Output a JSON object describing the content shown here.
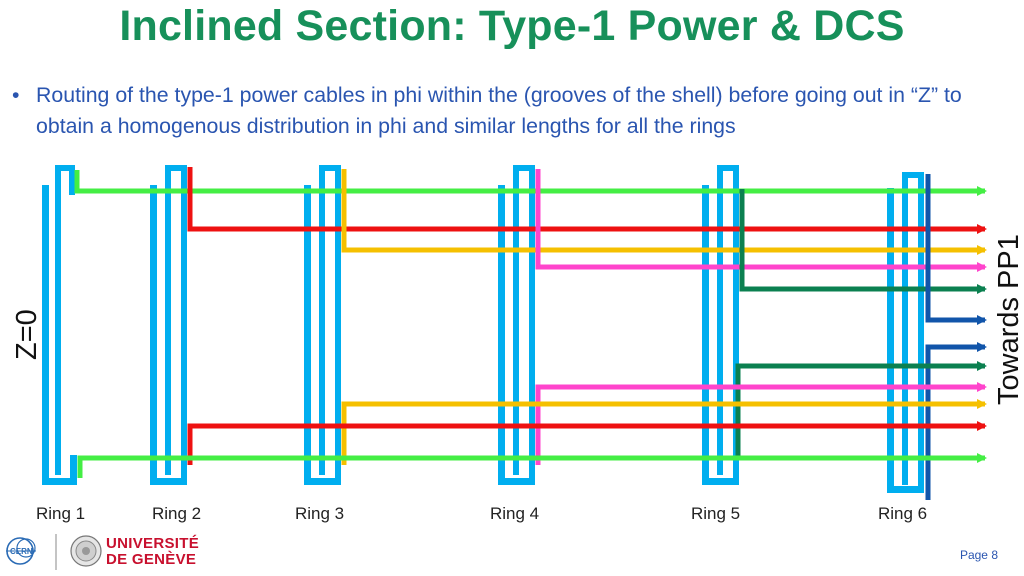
{
  "slide": {
    "title": "Inclined Section: Type-1 Power & DCS",
    "bullet": "Routing of the type-1 power cables in phi within the (grooves of the shell) before going out in “Z” to obtain a homogenous distribution in phi and similar lengths for all the rings",
    "page": "Page 8"
  },
  "diagram": {
    "z_label": "Z=0",
    "direction_label": "Towards PP1",
    "rings": [
      {
        "label": "Ring 1"
      },
      {
        "label": "Ring 2"
      },
      {
        "label": "Ring 3"
      },
      {
        "label": "Ring 4"
      },
      {
        "label": "Ring 5"
      },
      {
        "label": "Ring 6"
      }
    ],
    "colors": {
      "ring_bar": "#00aeef",
      "green": "#44ee44",
      "red": "#ee1111",
      "yellow": "#f5c000",
      "magenta": "#ff44cc",
      "darkgreen": "#0b8050",
      "darkblue": "#1155aa"
    }
  },
  "footer": {
    "org_line1": "UNIVERSITÉ",
    "org_line2": "DE GENÈVE",
    "cern_logo_text": "CERN"
  }
}
